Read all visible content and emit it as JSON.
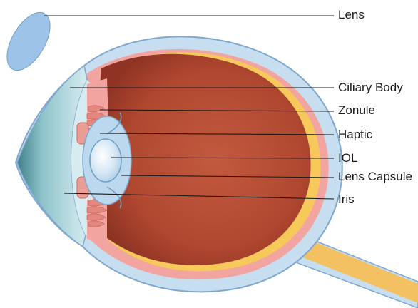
{
  "colors": {
    "sclera": "#c6def0",
    "sclera_stroke": "#7fa8cc",
    "choroid": "#f2a5a0",
    "retina": "#f6c95a",
    "vitreous": "#b24a33",
    "cornea": "#cfe7ee",
    "iris": "#ea9d95",
    "lens": "#9dc3e8",
    "optic_nerve": "#f3c062"
  },
  "labels": {
    "lens": "Lens",
    "ciliary_body": "Ciliary Body",
    "zonule": "Zonule",
    "haptic": "Haptic",
    "iol": "IOL",
    "lens_capsule": "Lens Capsule",
    "iris": "Iris"
  }
}
